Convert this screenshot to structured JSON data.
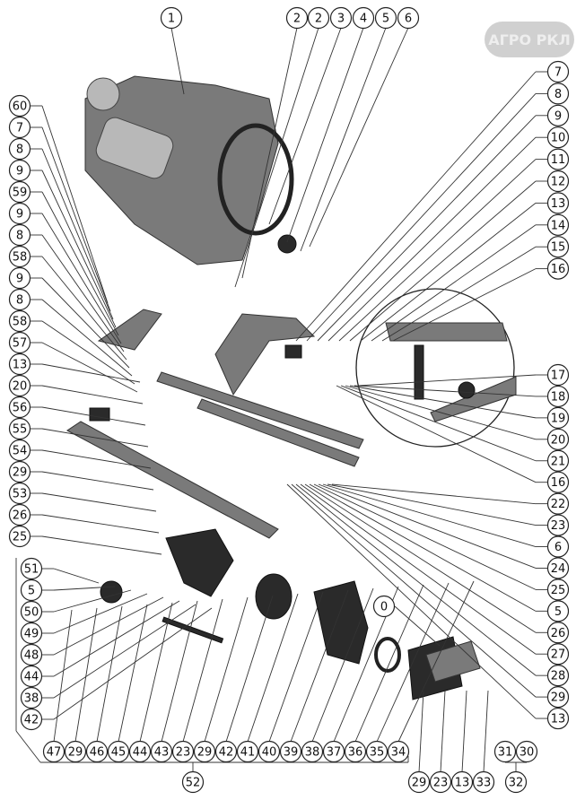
{
  "title": "Exploded parts diagram: engine mounting frame and air intake assembly",
  "callouts": {
    "top": [
      "1",
      "2",
      "2",
      "3",
      "4",
      "5",
      "6"
    ],
    "right": [
      "7",
      "8",
      "9",
      "10",
      "11",
      "12",
      "13",
      "14",
      "15",
      "16",
      "17",
      "18",
      "19",
      "20",
      "21",
      "16",
      "22",
      "23",
      "6",
      "24",
      "25",
      "5",
      "26",
      "27",
      "28",
      "29",
      "13"
    ],
    "left": [
      "60",
      "7",
      "8",
      "9",
      "59",
      "9",
      "8",
      "58",
      "9",
      "8",
      "58",
      "57",
      "13",
      "20",
      "56",
      "55",
      "54",
      "29",
      "53",
      "26",
      "25"
    ],
    "lower_left": [
      "51",
      "5",
      "50",
      "49",
      "48",
      "44",
      "38",
      "42"
    ],
    "bottom": [
      "47",
      "29",
      "46",
      "45",
      "44",
      "43",
      "23",
      "29",
      "42",
      "41",
      "40",
      "39",
      "38",
      "37",
      "36",
      "35",
      "34"
    ],
    "bottom_right_upper": [
      "31",
      "30"
    ],
    "bottom_right_lower": [
      "29",
      "23",
      "13",
      "33",
      "32"
    ],
    "group": "52",
    "zero": "0"
  },
  "watermark": "АГРО РКЛ"
}
